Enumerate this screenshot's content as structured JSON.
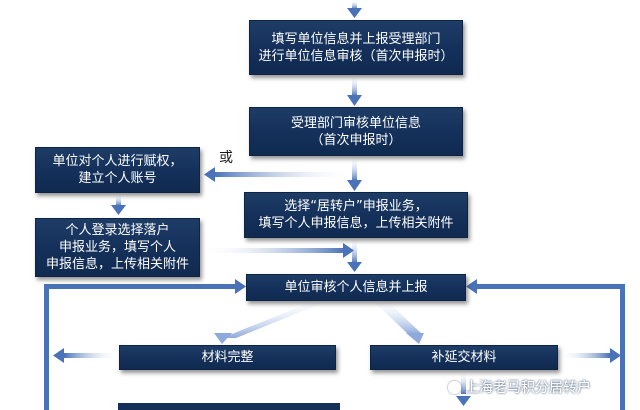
{
  "flowchart": {
    "nodes": {
      "fill_unit_info": "填写单位信息并上报受理部门\n进行单位信息审核（首次申报时）",
      "review_unit_info": "受理部门审核单位信息\n（首次申报时）",
      "grant_account": "单位对个人进行赋权，\n建立个人账号",
      "select_service": "选择“居转户”申报业务，\n填写个人申报信息，上传相关附件",
      "personal_login": "个人登录选择落户\n申报业务，填写个人\n申报信息，上传相关附件",
      "unit_review_submit": "单位审核个人信息并上报",
      "materials_complete": "材料完整",
      "submit_supplement": "补延交材料"
    },
    "labels": {
      "or": "或"
    },
    "watermark": "上海老马积分居转户"
  },
  "colors": {
    "box_fill": "#14305a",
    "arrow_blue": "#4a72b8",
    "arrow_light": "#c9d8ee"
  }
}
